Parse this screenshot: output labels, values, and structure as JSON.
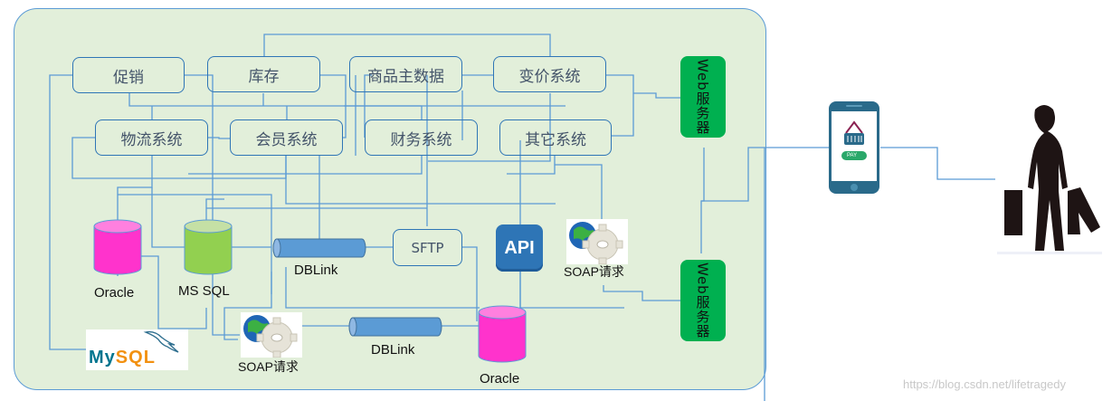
{
  "systems": {
    "row1": [
      "促销",
      "库存",
      "商品主数据",
      "变价系统"
    ],
    "row2": [
      "物流系统",
      "会员系统",
      "财务系统",
      "其它系统"
    ]
  },
  "web_servers": [
    "Web服务器",
    "Web服务器"
  ],
  "databases": {
    "oracle_left": "Oracle",
    "mssql": "MS SQL",
    "oracle_bottom": "Oracle",
    "mysql_logo": {
      "my": "My",
      "sql": "SQL"
    }
  },
  "connectors": {
    "dblink_top": "DBLink",
    "dblink_bottom": "DBLink",
    "sftp": "SFTP",
    "api": "API",
    "soap_right": "SOAP请求",
    "soap_bottom": "SOAP请求"
  },
  "phone": {
    "pay_label": "PAY"
  },
  "colors": {
    "panel_bg": "#e2efda",
    "line": "#5b9bd5",
    "web_server": "#00b050",
    "oracle": "#ff33cc",
    "mssql": "#92d050",
    "dblink": "#5b9bd5",
    "api": "#2e75b6",
    "mysql_blue": "#00758f",
    "mysql_orange": "#f29111"
  },
  "watermark": "https://blog.csdn.net/lifetragedy"
}
